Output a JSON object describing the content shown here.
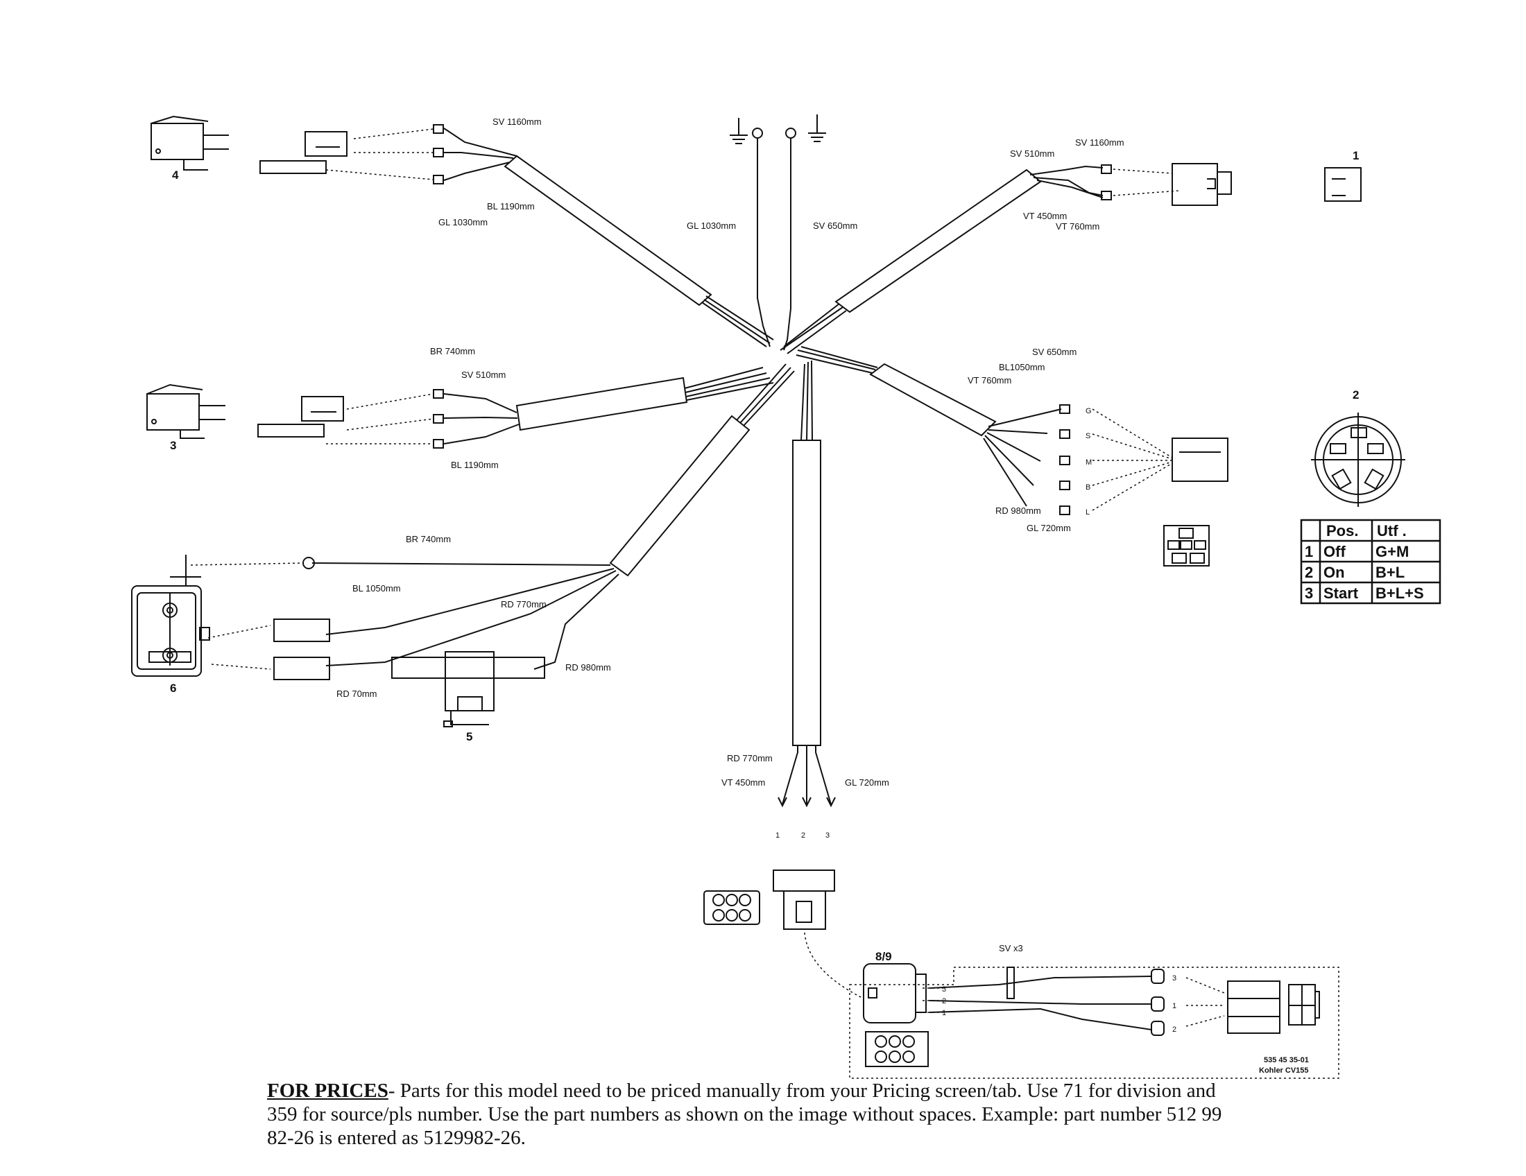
{
  "labels": {
    "topleft": [
      "SV 1160mm",
      "BL 1190mm",
      "GL 1030mm"
    ],
    "ground": [
      "GL 1030mm",
      "SV 650mm"
    ],
    "topright": [
      "SV 1160mm",
      "SV 510mm",
      "VT 450mm",
      "VT 760mm"
    ],
    "midleft": [
      "BR 740mm",
      "SV 510mm",
      "BL 1190mm"
    ],
    "midright": [
      "SV 650mm",
      "BL1050mm",
      "VT 760mm",
      "RD 980mm",
      "GL 720mm"
    ],
    "lowleft": [
      "BR 740mm",
      "BL 1050mm",
      "RD 770mm",
      "RD 980mm",
      "RD 70mm"
    ],
    "bottom": [
      "RD 770mm",
      "VT 450mm",
      "GL 720mm"
    ],
    "inset": [
      "SV x3"
    ]
  },
  "components": [
    "1",
    "2",
    "3",
    "4",
    "5",
    "6",
    "8/9"
  ],
  "pins": {
    "ignition": [
      "G",
      "S",
      "M",
      "B",
      "L"
    ],
    "connector_pins": [
      "1",
      "2",
      "3"
    ],
    "inset_pins": [
      "3",
      "2",
      "1"
    ],
    "inset_right": [
      "3",
      "1",
      "2"
    ]
  },
  "position_table": {
    "header": [
      "Pos.",
      "Utf ."
    ],
    "rows": [
      [
        "1",
        "Off",
        "G+M"
      ],
      [
        "2",
        "On",
        "B+L"
      ],
      [
        "3",
        "Start",
        "B+L+S"
      ]
    ]
  },
  "part_ref": [
    "535 45 35-01",
    "Kohler CV155"
  ],
  "footer": {
    "heading": "FOR PRICES",
    "text": "- Parts for this model need to be priced manually from your Pricing screen/tab. Use 71 for division and 359 for source/pls number.  Use the part numbers as shown on the image without spaces.  Example: part number 512 99 82-26 is entered as 5129982-26."
  }
}
